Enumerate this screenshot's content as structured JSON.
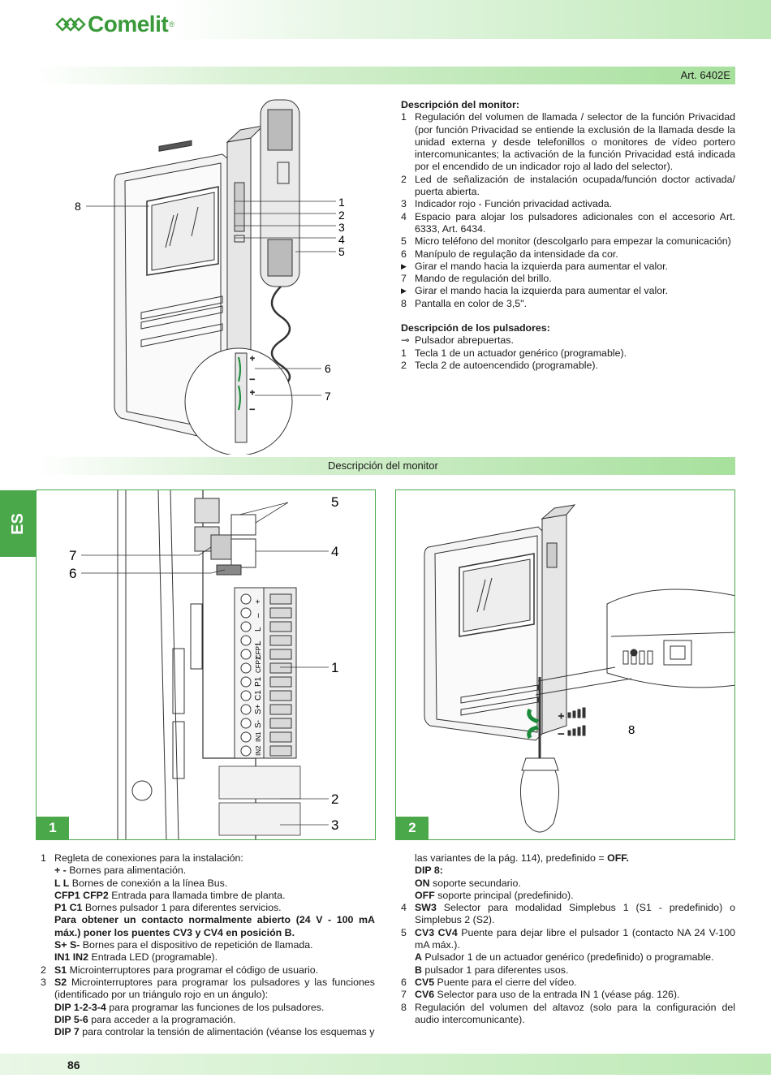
{
  "brand": {
    "name": "Comelit",
    "reg": "®"
  },
  "header_bar": {
    "title": "Art. 6402E"
  },
  "monitor_desc": {
    "heading": "Descripción del monitor:",
    "items": [
      {
        "n": "1",
        "t": "Regulación del volumen de llamada / selector de la función Privacidad (por función Privacidad se entiende la exclusión de la llamada desde la unidad externa y desde telefonillos o monitores de vídeo portero intercomunicantes; la activación de la función Privacidad está indicada por el encendido de un indicador rojo al lado del selector)."
      },
      {
        "n": "2",
        "t": "Led de señalización de instalación ocupada/función doctor activada/ puerta abierta."
      },
      {
        "n": "3",
        "t": "Indicador rojo - Función privacidad activada."
      },
      {
        "n": "4",
        "t": "Espacio para alojar los pulsadores adicionales con el accesorio Art. 6333, Art. 6434."
      },
      {
        "n": "5",
        "t": "Micro teléfono del monitor (descolgarlo para empezar la comunicación)"
      },
      {
        "n": "6",
        "t": "Manípulo de regulação da intensidade da cor."
      },
      {
        "n": "▶",
        "t": "Girar el mando hacia la izquierda para aumentar el valor."
      },
      {
        "n": "7",
        "t": "Mando de regulación del brillo."
      },
      {
        "n": "▶",
        "t": "Girar el mando hacia la izquierda para aumentar el valor."
      },
      {
        "n": "8",
        "t": "Pantalla en color de 3,5\"."
      }
    ]
  },
  "buttons_desc": {
    "heading": "Descripción de los pulsadores:",
    "items": [
      {
        "n": "⊸",
        "t": "Pulsador abrepuertas."
      },
      {
        "n": "1",
        "t": "Tecla 1 de un actuador genérico (programable)."
      },
      {
        "n": "2",
        "t": "Tecla 2 de autoencendido (programable)."
      }
    ]
  },
  "fig_top_labels": {
    "l8": "8",
    "l1": "1",
    "l2": "2",
    "l3": "3",
    "l4": "4",
    "l5": "5",
    "l6": "6",
    "l7": "7"
  },
  "section_bar": {
    "title": "Descripción del monitor"
  },
  "side_tab": {
    "label": "ES"
  },
  "fig1": {
    "number": "1",
    "labels": {
      "l5": "5",
      "l7": "7",
      "l4": "4",
      "l6": "6",
      "l1": "1",
      "l2": "2",
      "l3": "3"
    },
    "terminals": [
      "+",
      "–",
      "L",
      "L",
      "CFP1",
      "CFP2",
      "P1",
      "C1",
      "S+",
      "S-",
      "IN1",
      "IN2"
    ]
  },
  "fig2": {
    "number": "2",
    "labels": {
      "l8": "8"
    }
  },
  "bottom_left": [
    {
      "n": "1",
      "html": "Regleta de conexiones para la instalación:"
    },
    {
      "n": "",
      "b": "+ -",
      "t": " Bornes para alimentación."
    },
    {
      "n": "",
      "b": "L L",
      "t": " Bornes de conexión a la línea Bus."
    },
    {
      "n": "",
      "b": "CFP1 CFP2",
      "t": " Entrada para llamada timbre de planta."
    },
    {
      "n": "",
      "b": "P1 C1",
      "t": " Bornes pulsador 1 para diferentes servicios."
    },
    {
      "n": "",
      "b": "Para obtener un contacto normalmente abierto (24 V - 100 mA máx.) poner los puentes CV3 y CV4 en posición B.",
      "t": ""
    },
    {
      "n": "",
      "b": "S+ S-",
      "t": " Bornes para el dispositivo de repetición de llamada."
    },
    {
      "n": "",
      "b": "IN1 IN2",
      "t": " Entrada LED (programable)."
    },
    {
      "n": "2",
      "b": "S1",
      "t": " Microinterruptores para programar el código de usuario."
    },
    {
      "n": "3",
      "b": "S2",
      "t": " Microinterruptores para programar los pulsadores y las funciones (identificado por un triángulo rojo en un ángulo):"
    },
    {
      "n": "",
      "b": "DIP 1-2-3-4",
      "t": " para programar las funciones de los pulsadores."
    },
    {
      "n": "",
      "b": "DIP 5-6",
      "t": " para acceder a la programación."
    },
    {
      "n": "",
      "b": "DIP 7",
      "t": " para controlar la tensión de alimentación (véanse los esquemas y"
    }
  ],
  "bottom_right": [
    {
      "n": "",
      "b": "",
      "t": "las variantes de la pág. 114), predefinido = ",
      "b2": "OFF."
    },
    {
      "n": "",
      "b": "DIP 8:",
      "t": ""
    },
    {
      "n": "",
      "b": "ON",
      "t": " soporte secundario."
    },
    {
      "n": "",
      "b": "OFF",
      "t": " soporte principal (predefinido)."
    },
    {
      "n": "4",
      "b": "SW3",
      "t": " Selector para modalidad Simplebus 1 (S1 - predefinido) o Simplebus 2 (S2)."
    },
    {
      "n": "5",
      "b": "CV3 CV4",
      "t": " Puente para dejar libre el pulsador 1 (contacto NA 24 V-100 mA máx.)."
    },
    {
      "n": "",
      "b": "A",
      "t": " Pulsador 1 de un actuador genérico (predefinido) o programable."
    },
    {
      "n": "",
      "b": "B",
      "t": " pulsador 1 para diferentes usos."
    },
    {
      "n": "6",
      "b": "CV5",
      "t": " Puente para el cierre del vídeo."
    },
    {
      "n": "7",
      "b": "CV6",
      "t": " Selector para uso de la entrada IN 1 (véase pág. 126)."
    },
    {
      "n": "8",
      "b": "",
      "t": "Regulación del volumen del altavoz (solo para la configuración del audio intercomunicante)."
    }
  ],
  "footer": {
    "page": "86"
  },
  "colors": {
    "accent": "#4aa84a",
    "bar_light": "#d9f1d4",
    "bar_dark": "#a7e09d"
  }
}
